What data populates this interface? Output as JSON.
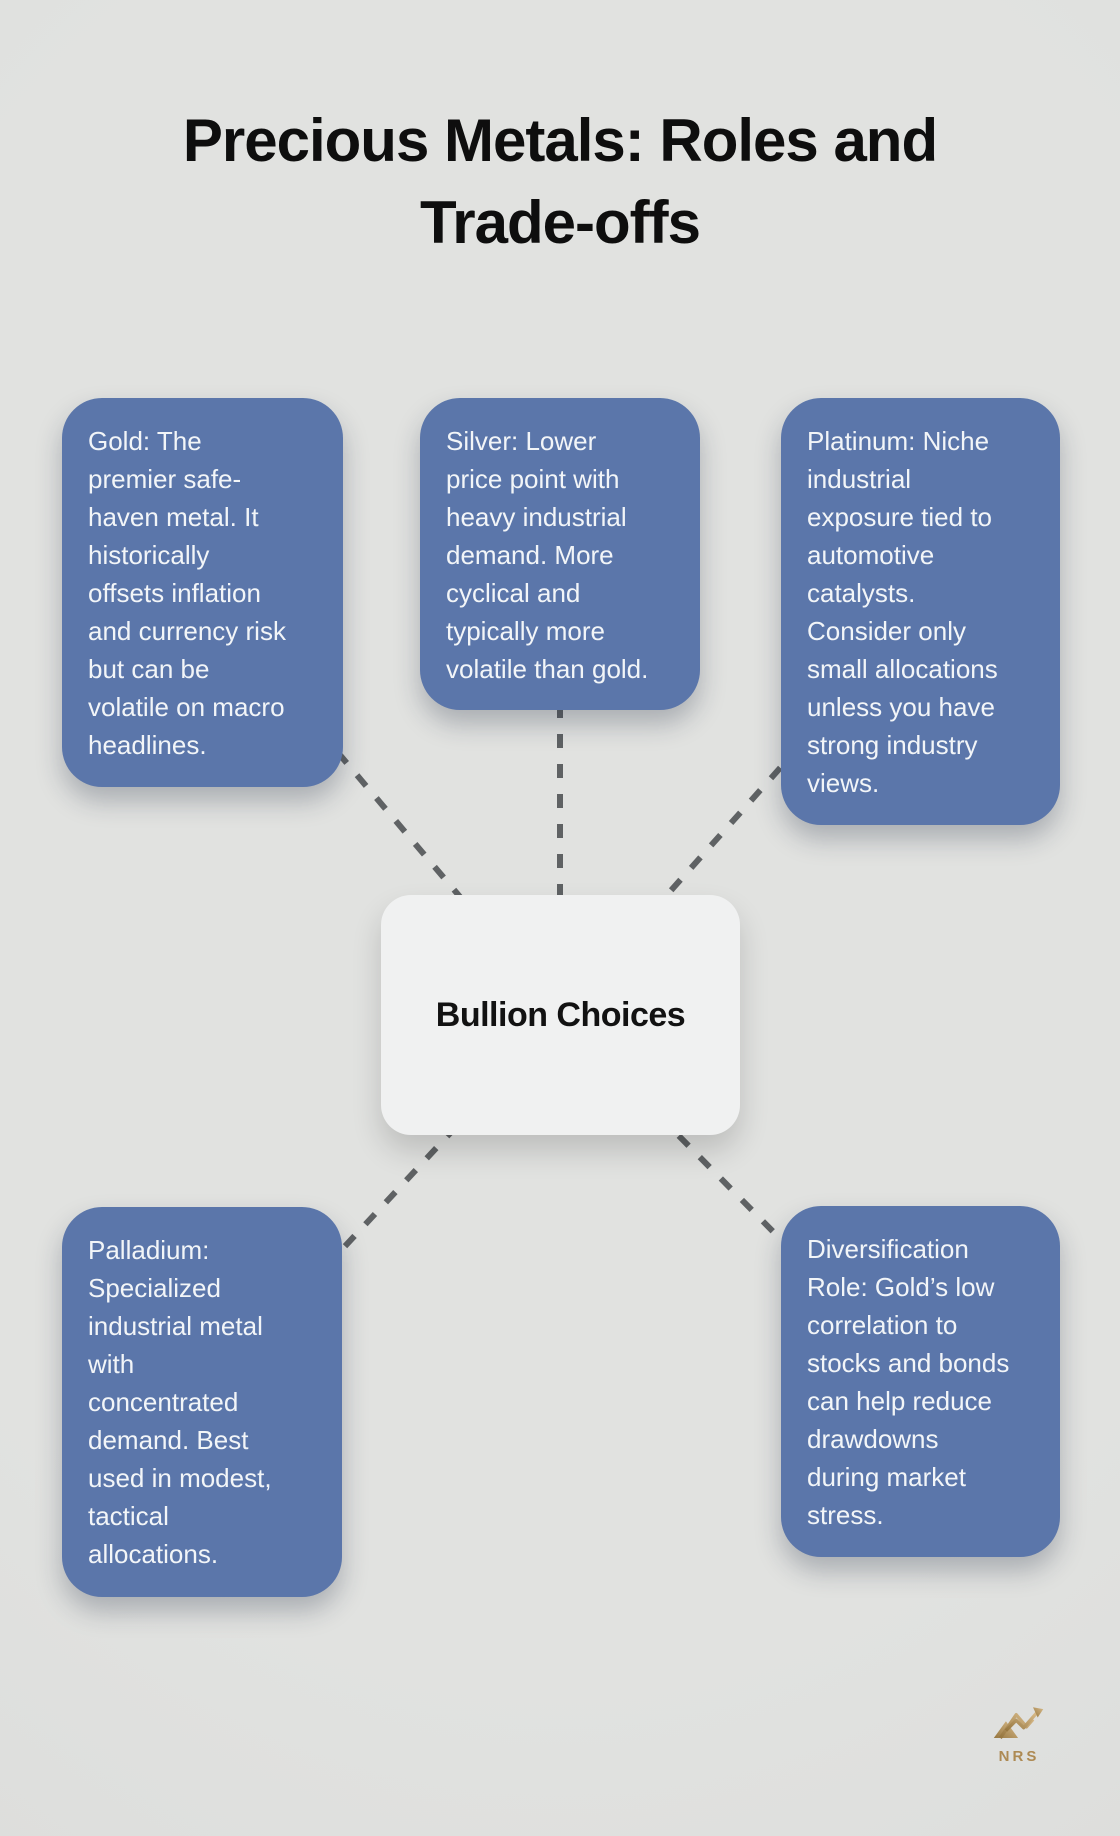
{
  "title": "Precious Metals: Roles and\nTrade-offs",
  "hub": {
    "label": "Bullion Choices"
  },
  "nodes": [
    {
      "id": "gold",
      "text": "Gold: The\npremier safe-\nhaven metal. It\nhistorically\noffsets inflation\nand currency risk\nbut can be\nvolatile on macro\nheadlines."
    },
    {
      "id": "silver",
      "text": "Silver: Lower\nprice point with\nheavy industrial\ndemand. More\ncyclical and\ntypically more\nvolatile than gold."
    },
    {
      "id": "platinum",
      "text": "Platinum: Niche\nindustrial\nexposure tied to\nautomotive\ncatalysts.\nConsider only\nsmall allocations\nunless you have\nstrong industry\nviews."
    },
    {
      "id": "palladium",
      "text": "Palladium:\nSpecialized\nindustrial metal\nwith\nconcentrated\ndemand. Best\nused in modest,\ntactical\nallocations."
    },
    {
      "id": "diversification",
      "text": "Diversification\nRole: Gold’s low\ncorrelation to\nstocks and bonds\ncan help reduce\ndrawdowns\nduring market\nstress."
    }
  ],
  "logo": {
    "text": "NRS"
  },
  "colors": {
    "background": "#e0e1df",
    "node_fill": "#5b76aa",
    "node_text": "#f2f5f8",
    "hub_fill": "#f0f1f1",
    "hub_text": "#121212",
    "title_text": "#0e0e0e",
    "connector": "#5f6264",
    "brand_gold": "#ad8a53"
  }
}
